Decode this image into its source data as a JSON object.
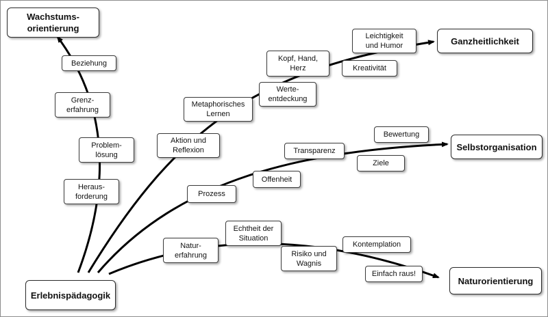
{
  "diagram": {
    "root": "Erlebnispädagogik",
    "goals": {
      "wachstum": "Wachstums-\norientierung",
      "ganzheit": "Ganzheitlichkeit",
      "selbst": "Selbstorganisation",
      "natur": "Naturorientierung"
    },
    "branch_wachstum": {
      "herausforderung": "Heraus-\nforderung",
      "problemloesung": "Problem-\nlösung",
      "grenzerfahrung": "Grenz-\nerfahrung",
      "beziehung": "Beziehung"
    },
    "branch_ganzheit": {
      "aktion": "Aktion und\nReflexion",
      "metaphorisch": "Metaphorisches\nLernen",
      "werte": "Werte-\nentdeckung",
      "kopf": "Kopf, Hand,\nHerz",
      "kreativitaet": "Kreativität",
      "leichtigkeit": "Leichtigkeit\nund Humor"
    },
    "branch_selbst": {
      "prozess": "Prozess",
      "offenheit": "Offenheit",
      "transparenz": "Transparenz",
      "ziele": "Ziele",
      "bewertung": "Bewertung"
    },
    "branch_natur": {
      "naturerfahrung": "Natur-\nerfahrung",
      "echtheit": "Echtheit der\nSituation",
      "risiko": "Risiko und\nWagnis",
      "kontemplation": "Kontemplation",
      "einfach": "Einfach raus!"
    }
  }
}
